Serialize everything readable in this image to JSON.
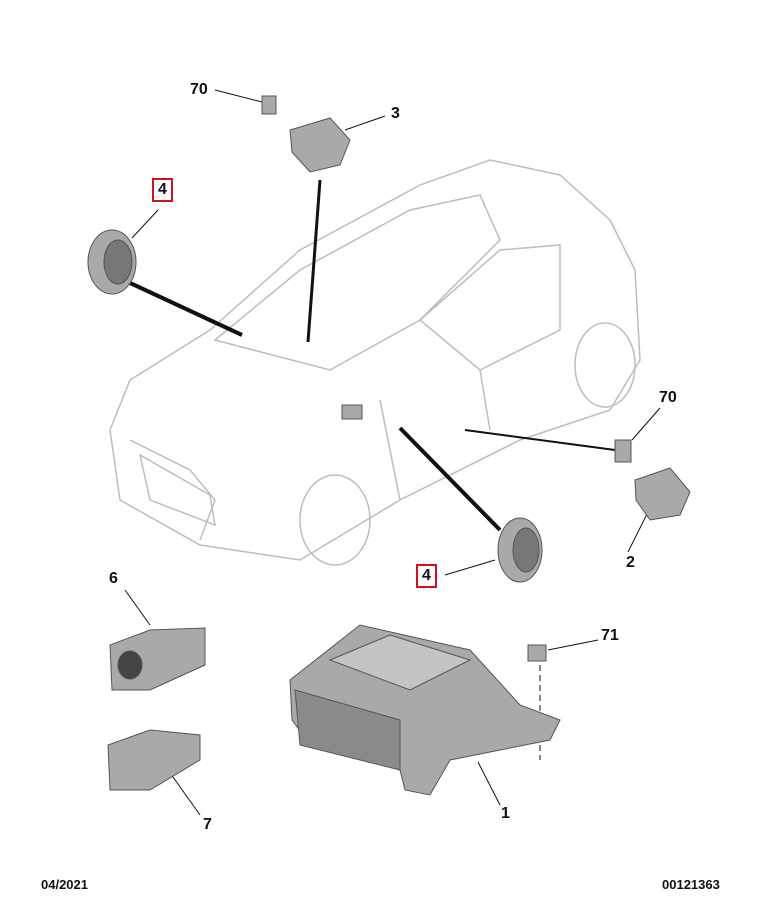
{
  "callouts": {
    "clip_top": "70",
    "sensor_top": "3",
    "speaker_left": "4",
    "clip_right": "70",
    "sensor_right": "2",
    "speaker_door": "4",
    "switch_upper": "6",
    "nut": "71",
    "switch_lower": "7",
    "ecu": "1"
  },
  "footer": {
    "date": "04/2021",
    "reference": "00121363"
  },
  "colors": {
    "highlight": "#d0101a",
    "line": "#111111",
    "part": "#9a9a9a"
  }
}
